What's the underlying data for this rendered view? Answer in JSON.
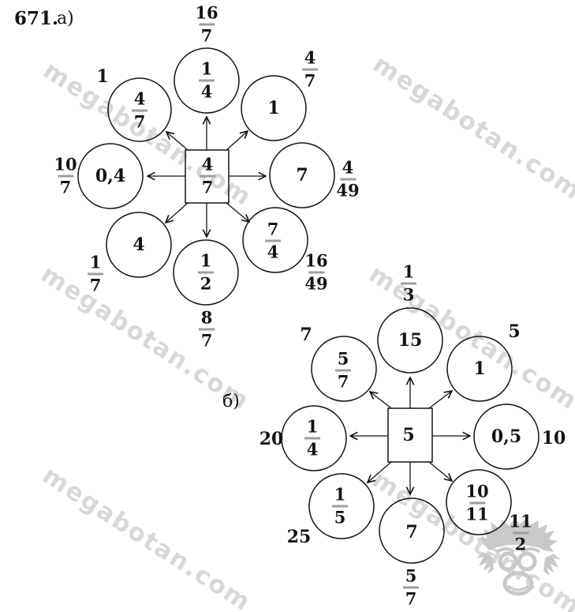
{
  "header": {
    "problem_number": "671.",
    "part_a_label": "а)",
    "part_b_label": "б)"
  },
  "watermark": {
    "text": "megabotan.com",
    "color": "#d8d8d8"
  },
  "logo": {
    "name": "megabotan-monkey",
    "color": "#c9c9c9"
  },
  "colors": {
    "ink": "#141414",
    "fraction_bar": "#9e9e9e"
  },
  "diagram_a": {
    "center": {
      "num": "4",
      "den": "7"
    },
    "nodes": {
      "top": {
        "circle": {
          "num": "1",
          "den": "4"
        },
        "label": {
          "num": "16",
          "den": "7"
        }
      },
      "top_right": {
        "circle": {
          "text": "1"
        },
        "label": {
          "num": "4",
          "den": "7"
        }
      },
      "right": {
        "circle": {
          "text": "7"
        },
        "label": {
          "num": "4",
          "den": "49"
        }
      },
      "bottom_right": {
        "circle": {
          "num": "7",
          "den": "4"
        },
        "label": {
          "num": "16",
          "den": "49"
        }
      },
      "bottom": {
        "circle": {
          "num": "1",
          "den": "2"
        },
        "label": {
          "num": "8",
          "den": "7"
        }
      },
      "bottom_left": {
        "circle": {
          "text": "4"
        },
        "label": {
          "num": "1",
          "den": "7"
        }
      },
      "left": {
        "circle": {
          "text": "0,4"
        },
        "label": {
          "num": "10",
          "den": "7"
        }
      },
      "top_left": {
        "circle": {
          "num": "4",
          "den": "7"
        },
        "label": {
          "text": "1"
        }
      }
    }
  },
  "diagram_b": {
    "center": {
      "text": "5"
    },
    "nodes": {
      "top": {
        "circle": {
          "text": "15"
        },
        "label": {
          "num": "1",
          "den": "3"
        }
      },
      "top_right": {
        "circle": {
          "text": "1"
        },
        "label": {
          "text": "5"
        }
      },
      "right": {
        "circle": {
          "text": "0,5"
        },
        "label": {
          "text": "10"
        }
      },
      "bottom_right": {
        "circle": {
          "num": "10",
          "den": "11"
        },
        "label": {
          "num": "11",
          "den": "2"
        }
      },
      "bottom": {
        "circle": {
          "text": "7"
        },
        "label": {
          "num": "5",
          "den": "7"
        }
      },
      "bottom_left": {
        "circle": {
          "num": "1",
          "den": "5"
        },
        "label": {
          "text": "25"
        }
      },
      "left": {
        "circle": {
          "num": "1",
          "den": "4"
        },
        "label": {
          "text": "20"
        }
      },
      "top_left": {
        "circle": {
          "num": "5",
          "den": "7"
        },
        "label": {
          "text": "7"
        }
      }
    }
  }
}
